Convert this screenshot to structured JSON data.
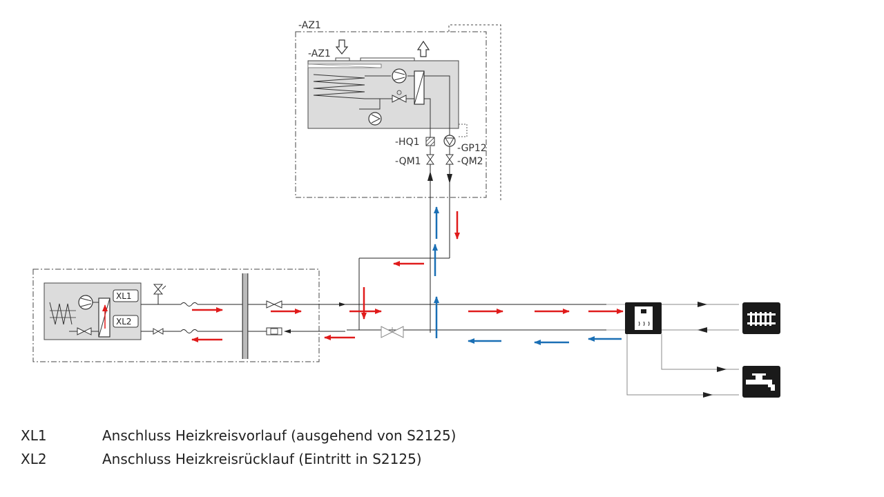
{
  "labels": {
    "az1_outer": "-AZ1",
    "az1_inner": "-AZ1",
    "hq1": "-HQ1",
    "qm1": "-QM1",
    "gp12": "-GP12",
    "qm2": "-QM2",
    "xl1_tag": "XL1",
    "xl2_tag": "XL2"
  },
  "legend": [
    {
      "code": "XL1",
      "text": "Anschluss Heizkreisvorlauf (ausgehend von S2125)"
    },
    {
      "code": "XL2",
      "text": "Anschluss Heizkreisrücklauf (Eintritt in S2125)"
    }
  ],
  "colors": {
    "supply_arrow": "#e01b1b",
    "return_arrow": "#1a6fb5",
    "line": "#222222",
    "unit_fill": "#dcdcdc",
    "icon_fill": "#1a1a1a"
  },
  "icons": [
    "radiator-icon",
    "tap-icon",
    "boiler-icon",
    "compressor-icon",
    "pump-icon",
    "valve-icon",
    "expansion-valve-icon"
  ]
}
